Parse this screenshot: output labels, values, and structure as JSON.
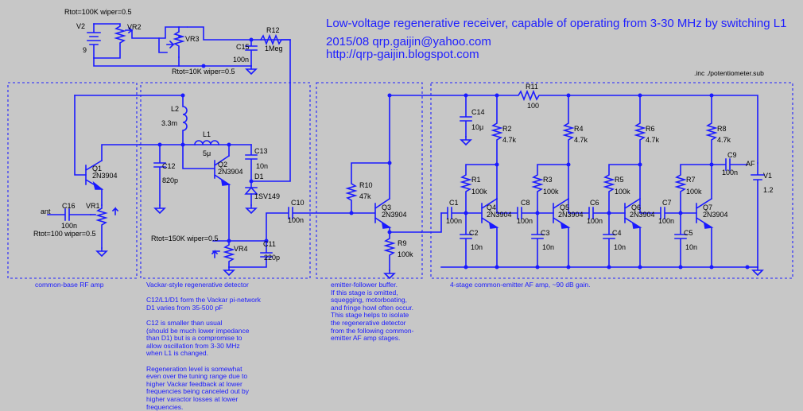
{
  "header": {
    "title": "Low-voltage regenerative receiver, capable of operating from 3-30 MHz by switching L1",
    "date_email": "2015/08 qrp.gaijin@yahoo.com",
    "url": "http://qrp-gaijin.blogspot.com"
  },
  "directive": ".inc ./potentiometer.sub",
  "labels": {
    "vr2_param": "Rtot=100K wiper=0.5",
    "v2": "V2",
    "v2_val": "9",
    "vr2": "VR2",
    "vr3": "VR3",
    "vr3_param": "Rtot=10K wiper=0.5",
    "c15": "C15",
    "c15_val": "100n",
    "r12": "R12",
    "r12_val": "1Meg",
    "l2": "L2",
    "l2_val": "3.3m",
    "l1": "L1",
    "l1_val": "5μ",
    "c13": "C13",
    "c13_val": "10n",
    "d1": "D1",
    "d1_val": "1SV149",
    "q2": "Q2",
    "q2_val": "2N3904",
    "c12": "C12",
    "c12_val": "820p",
    "q1": "Q1",
    "q1_val": "2N3904",
    "c16": "C16",
    "c16_val": "100n",
    "ant": "ant",
    "vr1": "VR1",
    "vr1_param": "Rtot=100 wiper=0.5",
    "vr4_param": "Rtot=150K wiper=0.5",
    "vr4": "VR4",
    "c11": "C11",
    "c11_val": "220p",
    "c10": "C10",
    "c10_val": "100n",
    "r10": "R10",
    "r10_val": "47k",
    "q3": "Q3",
    "q3_val": "2N3904",
    "r9": "R9",
    "r9_val": "100k",
    "r11": "R11",
    "r11_val": "100",
    "c14": "C14",
    "c14_val": "10μ",
    "r2": "R2",
    "r2_val": "4.7k",
    "r4": "R4",
    "r4_val": "4.7k",
    "r6": "R6",
    "r6_val": "4.7k",
    "r8": "R8",
    "r8_val": "4.7k",
    "r1": "R1",
    "r1_val": "100k",
    "r3": "R3",
    "r3_val": "100k",
    "r5": "R5",
    "r5_val": "100k",
    "r7": "R7",
    "r7_val": "100k",
    "q4": "Q4",
    "q4_val": "2N3904",
    "q5": "Q5",
    "q5_val": "2N3904",
    "q6": "Q6",
    "q6_val": "2N3904",
    "q7": "Q7",
    "q7_val": "2N3904",
    "c1": "C1",
    "c1_val": "100n",
    "c8": "C8",
    "c8_val": "100n",
    "c6": "C6",
    "c6_val": "100n",
    "c7": "C7",
    "c7_val": "100n",
    "c2": "C2",
    "c2_val": "10n",
    "c3": "C3",
    "c3_val": "10n",
    "c4": "C4",
    "c4_val": "10n",
    "c5": "C5",
    "c5_val": "10n",
    "c9": "C9",
    "c9_val": "100n",
    "af": "AF",
    "v1": "V1",
    "v1_val": "1.2"
  },
  "notes": {
    "rf_amp": "common-base RF amp",
    "detector": "Vackar-style regenerative detector\n\nC12/L1/D1 form the Vackar pi-network\nD1 varies from 35-500 pF\n\nC12 is smaller than usual\n(should be much lower impedance\nthan D1) but is a compromise to\nallow oscillation from 3-30 MHz\nwhen L1 is changed.\n\nRegeneration level is somewhat\neven over the tuning range due to\nhigher Vackar feedback at lower\nfrequencies being canceled out by\nhigher varactor losses at lower\nfrequencies.",
    "buffer": "emitter-follower buffer.\nIf this stage is omitted,\nsquegging, motorboating,\nand fringe howl often occur.\nThis stage helps to isolate\nthe regenerative detector\nfrom the following common-\nemitter AF amp stages.",
    "af_amp": "4-stage common-emitter AF amp, ~90 dB gain."
  },
  "colors": {
    "background": "#c7c7c7",
    "wire": "#1a1aff",
    "title": "#2020ff"
  }
}
